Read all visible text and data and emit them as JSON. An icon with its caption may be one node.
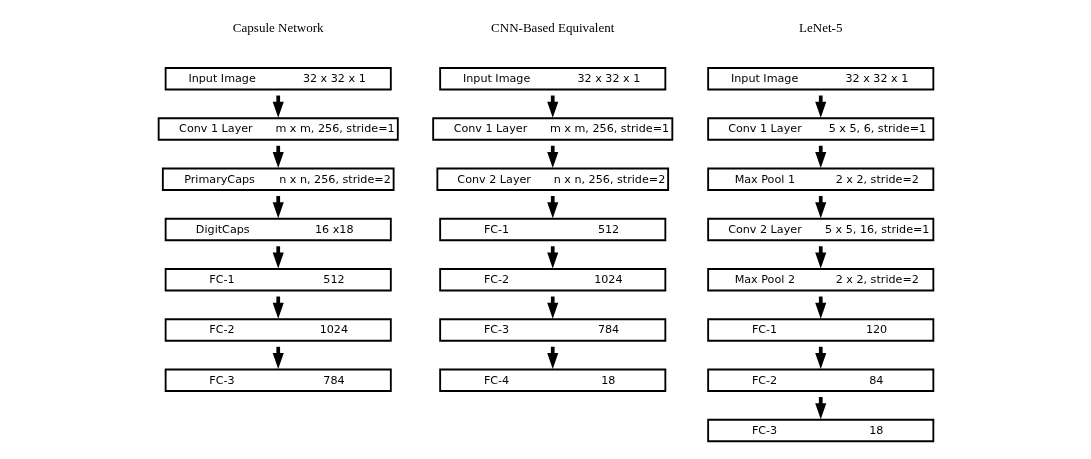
{
  "diagram": {
    "nodes": [
      {
        "text": [
          "Input Image",
          "32 x 32 x 1"
        ]
      },
      {
        "text": [
          "Conv 1 Layer",
          "m x m, 256, stride=1"
        ]
      },
      {
        "text": [
          "PrimaryCaps",
          "n x n, 256, stride=2"
        ]
      },
      {
        "text": [
          "DigitCaps",
          "16 x18"
        ]
      },
      {
        "text": [
          "FC-1",
          "512"
        ]
      },
      {
        "text": [
          "FC-2",
          "1024"
        ]
      },
      {
        "text": [
          "FC-3",
          "784"
        ]
      },
      {
        "text": [
          "Input Image",
          "32 x 32 x 1"
        ]
      },
      {
        "text": [
          "Conv 1 Layer",
          "m x m, 256, stride=1"
        ]
      },
      {
        "text": [
          "Conv 2 Layer",
          "n x n, 256, stride=2"
        ]
      },
      {
        "text": [
          "FC-1",
          "512"
        ]
      },
      {
        "text": [
          "FC-2",
          "1024"
        ]
      },
      {
        "text": [
          "FC-3",
          "784"
        ]
      },
      {
        "text": [
          "FC-4",
          "18"
        ]
      },
      {
        "text": [
          "Input Image",
          "32 x 32 x 1"
        ]
      },
      {
        "text": [
          "Conv 1 Layer",
          "5 x 5, 6, stride=1"
        ]
      },
      {
        "text": [
          "Max Pool 1",
          "2 x 2, stride=2"
        ]
      },
      {
        "text": [
          "Conv 2 Layer",
          "5 x 5, 16, stride=1"
        ]
      },
      {
        "text": [
          "Max Pool 2",
          "2 x 2, stride=2"
        ]
      },
      {
        "text": [
          "FC-1",
          "120"
        ]
      },
      {
        "text": [
          "FC-2",
          "84"
        ]
      },
      {
        "text": [
          "FC-3",
          "18"
        ]
      }
    ],
    "edges": [
      {
        "from": 0,
        "to": 1,
        "arrow": "to"
      },
      {
        "from": 1,
        "to": 2,
        "arrow": "to"
      },
      {
        "from": 2,
        "to": 3,
        "arrow": "to"
      },
      {
        "from": 3,
        "to": 4,
        "arrow": "to"
      },
      {
        "from": 4,
        "to": 5,
        "arrow": "to"
      },
      {
        "from": 5,
        "to": 6,
        "arrow": "to"
      },
      {
        "from": 7,
        "to": 8,
        "arrow": "to"
      },
      {
        "from": 8,
        "to": 9,
        "arrow": "to"
      },
      {
        "from": 9,
        "to": 10,
        "arrow": "to"
      },
      {
        "from": 10,
        "to": 11,
        "arrow": "to"
      },
      {
        "from": 11,
        "to": 12,
        "arrow": "to"
      },
      {
        "from": 12,
        "to": 13,
        "arrow": "to"
      },
      {
        "from": 14,
        "to": 15,
        "arrow": "to"
      },
      {
        "from": 15,
        "to": 16,
        "arrow": "to"
      },
      {
        "from": 16,
        "to": 17,
        "arrow": "to"
      },
      {
        "from": 17,
        "to": 18,
        "arrow": "to"
      },
      {
        "from": 18,
        "to": 19,
        "arrow": "to"
      },
      {
        "from": 19,
        "to": 20,
        "arrow": "to"
      },
      {
        "from": 20,
        "to": 21,
        "arrow": "to"
      }
    ],
    "labels": [
      "Capsule Network",
      "CNN-Based Equivalent",
      "LeNet-5"
    ]
  }
}
